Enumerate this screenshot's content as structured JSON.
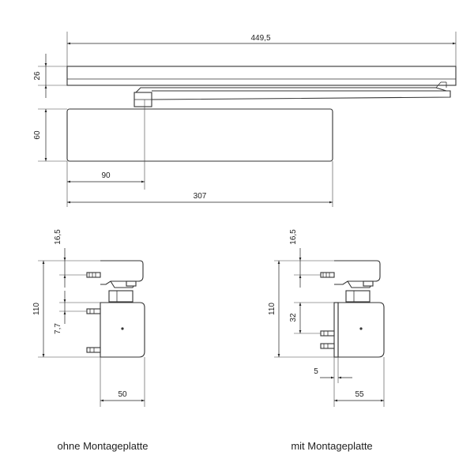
{
  "top_view": {
    "dim_overall_length": "449,5",
    "dim_rail_height": "26",
    "dim_body_height": "60",
    "dim_arm_offset": "90",
    "dim_body_length": "307"
  },
  "side_without_plate": {
    "dim_top_gap": "16,5",
    "dim_height": "110",
    "dim_small": "7,7",
    "dim_width": "50",
    "caption": "ohne Montageplatte"
  },
  "side_with_plate": {
    "dim_top_gap": "16,5",
    "dim_height": "110",
    "dim_hole_spacing": "32",
    "dim_plate": "5",
    "dim_width": "55",
    "caption": "mit Montageplatte"
  }
}
